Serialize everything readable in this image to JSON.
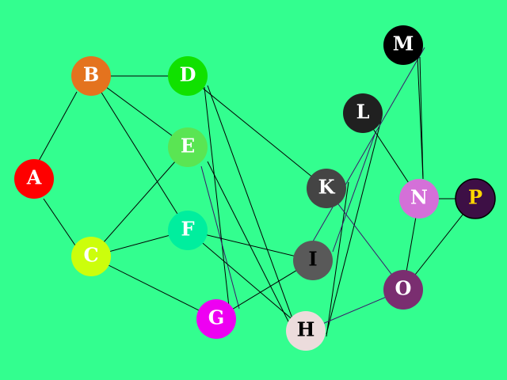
{
  "background": "#33fe8f",
  "nodes": [
    {
      "id": "A",
      "label": "A",
      "fill": "#fe0000",
      "text_color": "#ffffff",
      "stroke": "#fe0000"
    },
    {
      "id": "B",
      "label": "B",
      "fill": "#e4731e",
      "text_color": "#ffffff",
      "stroke": "#e4731e"
    },
    {
      "id": "C",
      "label": "C",
      "fill": "#ccfe0c",
      "text_color": "#ffffff",
      "stroke": "#ccfe0c"
    },
    {
      "id": "D",
      "label": "D",
      "fill": "#10e100",
      "text_color": "#ffffff",
      "stroke": "#10e100"
    },
    {
      "id": "E",
      "label": "E",
      "fill": "#5ae553",
      "text_color": "#ffffff",
      "stroke": "#5ae553"
    },
    {
      "id": "F",
      "label": "F",
      "fill": "#00ee9e",
      "text_color": "#ffffff",
      "stroke": "#00ee9e"
    },
    {
      "id": "G",
      "label": "G",
      "fill": "#ee00f2",
      "text_color": "#ffffff",
      "stroke": "#ee00f2"
    },
    {
      "id": "H",
      "label": "H",
      "fill": "#ecdcdc",
      "text_color": "#000000",
      "stroke": "#ecdcdc"
    },
    {
      "id": "I",
      "label": "I",
      "fill": "#595959",
      "text_color": "#000000",
      "stroke": "#595959"
    },
    {
      "id": "K",
      "label": "K",
      "fill": "#444444",
      "text_color": "#ffffff",
      "stroke": "#444444"
    },
    {
      "id": "L",
      "label": "L",
      "fill": "#202020",
      "text_color": "#ffffff",
      "stroke": "#202020"
    },
    {
      "id": "M",
      "label": "M",
      "fill": "#000000",
      "text_color": "#ffffff",
      "stroke": "#000000"
    },
    {
      "id": "N",
      "label": "N",
      "fill": "#d470d8",
      "text_color": "#ffffff",
      "stroke": "#d470d8"
    },
    {
      "id": "O",
      "label": "O",
      "fill": "#7a2e70",
      "text_color": "#ffffff",
      "stroke": "#7a2e70"
    },
    {
      "id": "P",
      "label": "P",
      "fill": "#3d0f45",
      "text_color": "#ffd700",
      "stroke": "#000000"
    }
  ],
  "edges": [
    {
      "from": "A",
      "to": "B",
      "color": "#000000"
    },
    {
      "from": "A",
      "to": "C",
      "color": "#000000"
    },
    {
      "from": "B",
      "to": "D",
      "color": "#000000"
    },
    {
      "from": "B",
      "to": "E",
      "color": "#000000"
    },
    {
      "from": "B",
      "to": "F",
      "color": "#000000"
    },
    {
      "from": "C",
      "to": "E",
      "color": "#000000"
    },
    {
      "from": "C",
      "to": "F",
      "color": "#000000"
    },
    {
      "from": "C",
      "to": "G",
      "color": "#000000"
    },
    {
      "from": "D",
      "to": "G",
      "color": "#000000"
    },
    {
      "from": "D",
      "to": "H",
      "color": "#000000"
    },
    {
      "from": "D",
      "to": "K",
      "color": "#000000"
    },
    {
      "from": "E",
      "to": "G",
      "color": "#3a1a6a"
    },
    {
      "from": "E",
      "to": "H",
      "color": "#000000"
    },
    {
      "from": "F",
      "to": "H",
      "color": "#000000"
    },
    {
      "from": "F",
      "to": "I",
      "color": "#000000"
    },
    {
      "from": "G",
      "to": "I",
      "color": "#000000"
    },
    {
      "from": "H",
      "to": "K",
      "color": "#000000"
    },
    {
      "from": "H",
      "to": "L",
      "color": "#000000"
    },
    {
      "from": "H",
      "to": "O",
      "color": "#3a1a6a"
    },
    {
      "from": "I",
      "to": "L",
      "color": "#3a1a6a"
    },
    {
      "from": "I",
      "to": "M",
      "color": "#3a1a6a"
    },
    {
      "from": "K",
      "to": "O",
      "color": "#3a1a6a"
    },
    {
      "from": "L",
      "to": "N",
      "color": "#000000"
    },
    {
      "from": "M",
      "to": "N",
      "color": "#000000"
    },
    {
      "from": "M",
      "to": "O",
      "color": "#000000"
    },
    {
      "from": "N",
      "to": "O",
      "color": "#000000"
    },
    {
      "from": "N",
      "to": "P",
      "color": "#000000"
    },
    {
      "from": "O",
      "to": "P",
      "color": "#000000"
    }
  ]
}
